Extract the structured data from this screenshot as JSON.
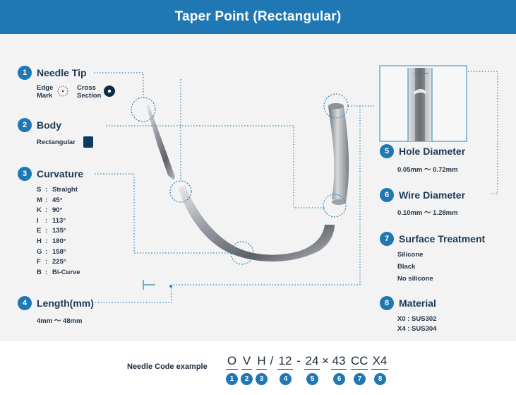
{
  "title": "Taper Point (Rectangular)",
  "sections": {
    "needle_tip": {
      "num": "1",
      "title": "Needle Tip",
      "edge_mark_line1": "Edge",
      "edge_mark_line2": "Mark",
      "cross_section_line1": "Cross",
      "cross_section_line2": "Section"
    },
    "body": {
      "num": "2",
      "title": "Body",
      "shape": "Rectangular"
    },
    "curvature": {
      "num": "3",
      "title": "Curvature",
      "items": [
        {
          "code": "S",
          "sep": ":",
          "value": "Straight"
        },
        {
          "code": "M",
          "sep": ":",
          "value": "45°"
        },
        {
          "code": "K",
          "sep": ":",
          "value": "90°"
        },
        {
          "code": "I",
          "sep": ":",
          "value": "113°"
        },
        {
          "code": "E",
          "sep": ":",
          "value": "135°"
        },
        {
          "code": "H",
          "sep": ":",
          "value": "180°"
        },
        {
          "code": "G",
          "sep": ":",
          "value": "158°"
        },
        {
          "code": "F",
          "sep": ":",
          "value": "225°"
        },
        {
          "code": "B",
          "sep": ":",
          "value": "Bi-Curve"
        }
      ]
    },
    "length": {
      "num": "4",
      "title": "Length(mm)",
      "range": "4mm ～ 48mm"
    },
    "hole_diameter": {
      "num": "5",
      "title": "Hole Diameter",
      "range": "0.05mm ～ 0.72mm"
    },
    "wire_diameter": {
      "num": "6",
      "title": "Wire Diameter",
      "range": "0.10mm ～ 1.28mm"
    },
    "surface_treatment": {
      "num": "7",
      "title": "Surface Treatment",
      "items": [
        "Silicone",
        "Black",
        "No silicone"
      ]
    },
    "material": {
      "num": "8",
      "title": "Material",
      "items": [
        "X0 : SUS302",
        "X4 : SUS304"
      ]
    }
  },
  "needle_code": {
    "label": "Needle Code example",
    "chars": [
      {
        "text": "O",
        "underline": true,
        "num": "1"
      },
      {
        "text": "V",
        "underline": true,
        "num": "2"
      },
      {
        "text": "H",
        "underline": true,
        "num": "3"
      },
      {
        "text": "/",
        "underline": false
      },
      {
        "text": "12",
        "underline": true,
        "num": "4"
      },
      {
        "text": "-",
        "underline": false
      },
      {
        "text": "24",
        "underline": true,
        "num": "5"
      },
      {
        "text": "×",
        "underline": false
      },
      {
        "text": "43",
        "underline": true,
        "num": "6"
      },
      {
        "text": "CC",
        "underline": true,
        "num": "7"
      },
      {
        "text": "X4",
        "underline": true,
        "num": "8"
      }
    ]
  },
  "colors": {
    "header": "#1f78b4",
    "accent": "#1f78b4",
    "text": "#1a3a57",
    "background": "#f3f3f4"
  }
}
